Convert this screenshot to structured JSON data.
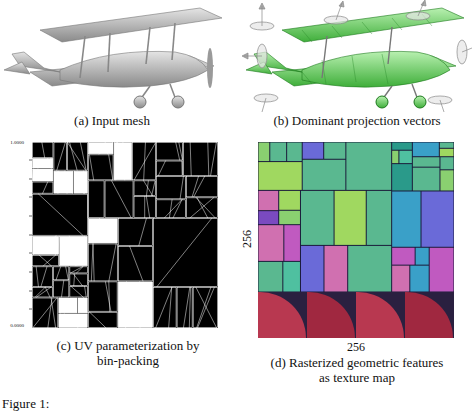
{
  "diagram": {
    "labels": [
      "(a) Input mesh",
      "(b) Dominant projection vectors",
      "(c) UV parameterization by bin-packing",
      "(d) Rasterized geometric features as texture map",
      "256",
      "256",
      "1.0000",
      "0.0000",
      "Figure 1:"
    ]
  }
}
